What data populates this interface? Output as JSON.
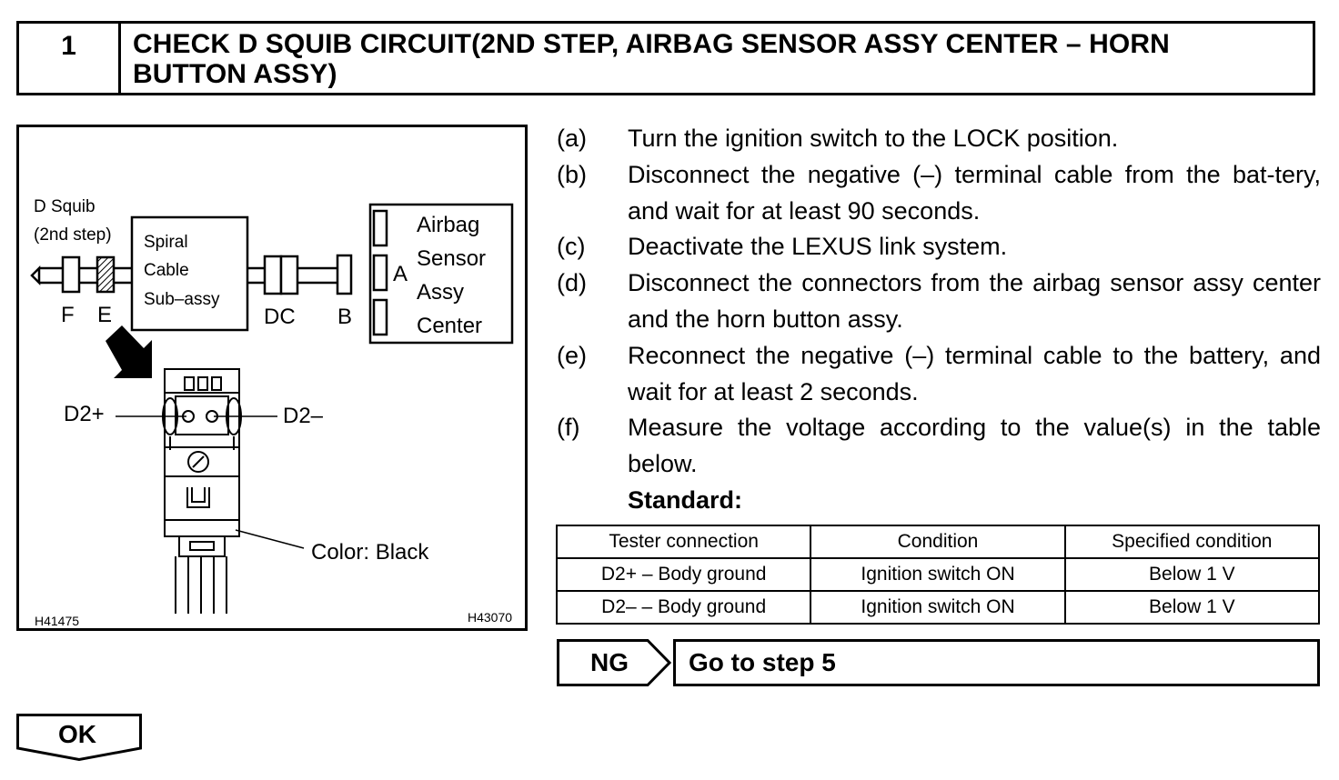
{
  "header": {
    "step_number": "1",
    "title_line1": "CHECK D SQUIB CIRCUIT(2ND STEP, AIRBAG SENSOR ASSY CENTER – HORN",
    "title_line2": "BUTTON ASSY)"
  },
  "figure": {
    "squib_label_1": "D Squib",
    "squib_label_2": "(2nd step)",
    "spiral_1": "Spiral",
    "spiral_2": "Cable",
    "spiral_3": "Sub–assy",
    "conn_f": "F",
    "conn_e": "E",
    "conn_dc": "DC",
    "conn_b": "B",
    "conn_a": "A",
    "airbag_1": "Airbag",
    "airbag_2": "Sensor",
    "airbag_3": "Assy",
    "airbag_4": "Center",
    "term_pos": "D2+",
    "term_neg": "D2–",
    "color_note": "Color: Black",
    "code_left": "H41475",
    "code_right": "H43070"
  },
  "steps": [
    {
      "label": "(a)",
      "text": "Turn the ignition switch to the LOCK position."
    },
    {
      "label": "(b)",
      "text": "Disconnect the negative (–) terminal cable from the bat-tery, and wait for at least 90 seconds."
    },
    {
      "label": "(c)",
      "text": "Deactivate the LEXUS link system."
    },
    {
      "label": "(d)",
      "text": "Disconnect the connectors from the airbag sensor assy center and the horn button assy."
    },
    {
      "label": "(e)",
      "text": "Reconnect the negative (–) terminal cable to the battery, and wait for at least 2 seconds."
    },
    {
      "label": "(f)",
      "text": "Measure the voltage according to the value(s) in the table below."
    }
  ],
  "standard_label": "Standard:",
  "table": {
    "headers": [
      "Tester connection",
      "Condition",
      "Specified condition"
    ],
    "rows": [
      [
        "D2+ – Body ground",
        "Ignition switch ON",
        "Below 1 V"
      ],
      [
        "D2– – Body ground",
        "Ignition switch ON",
        "Below 1 V"
      ]
    ]
  },
  "ng": {
    "label": "NG",
    "action": "Go to step 5"
  },
  "ok": {
    "label": "OK"
  }
}
